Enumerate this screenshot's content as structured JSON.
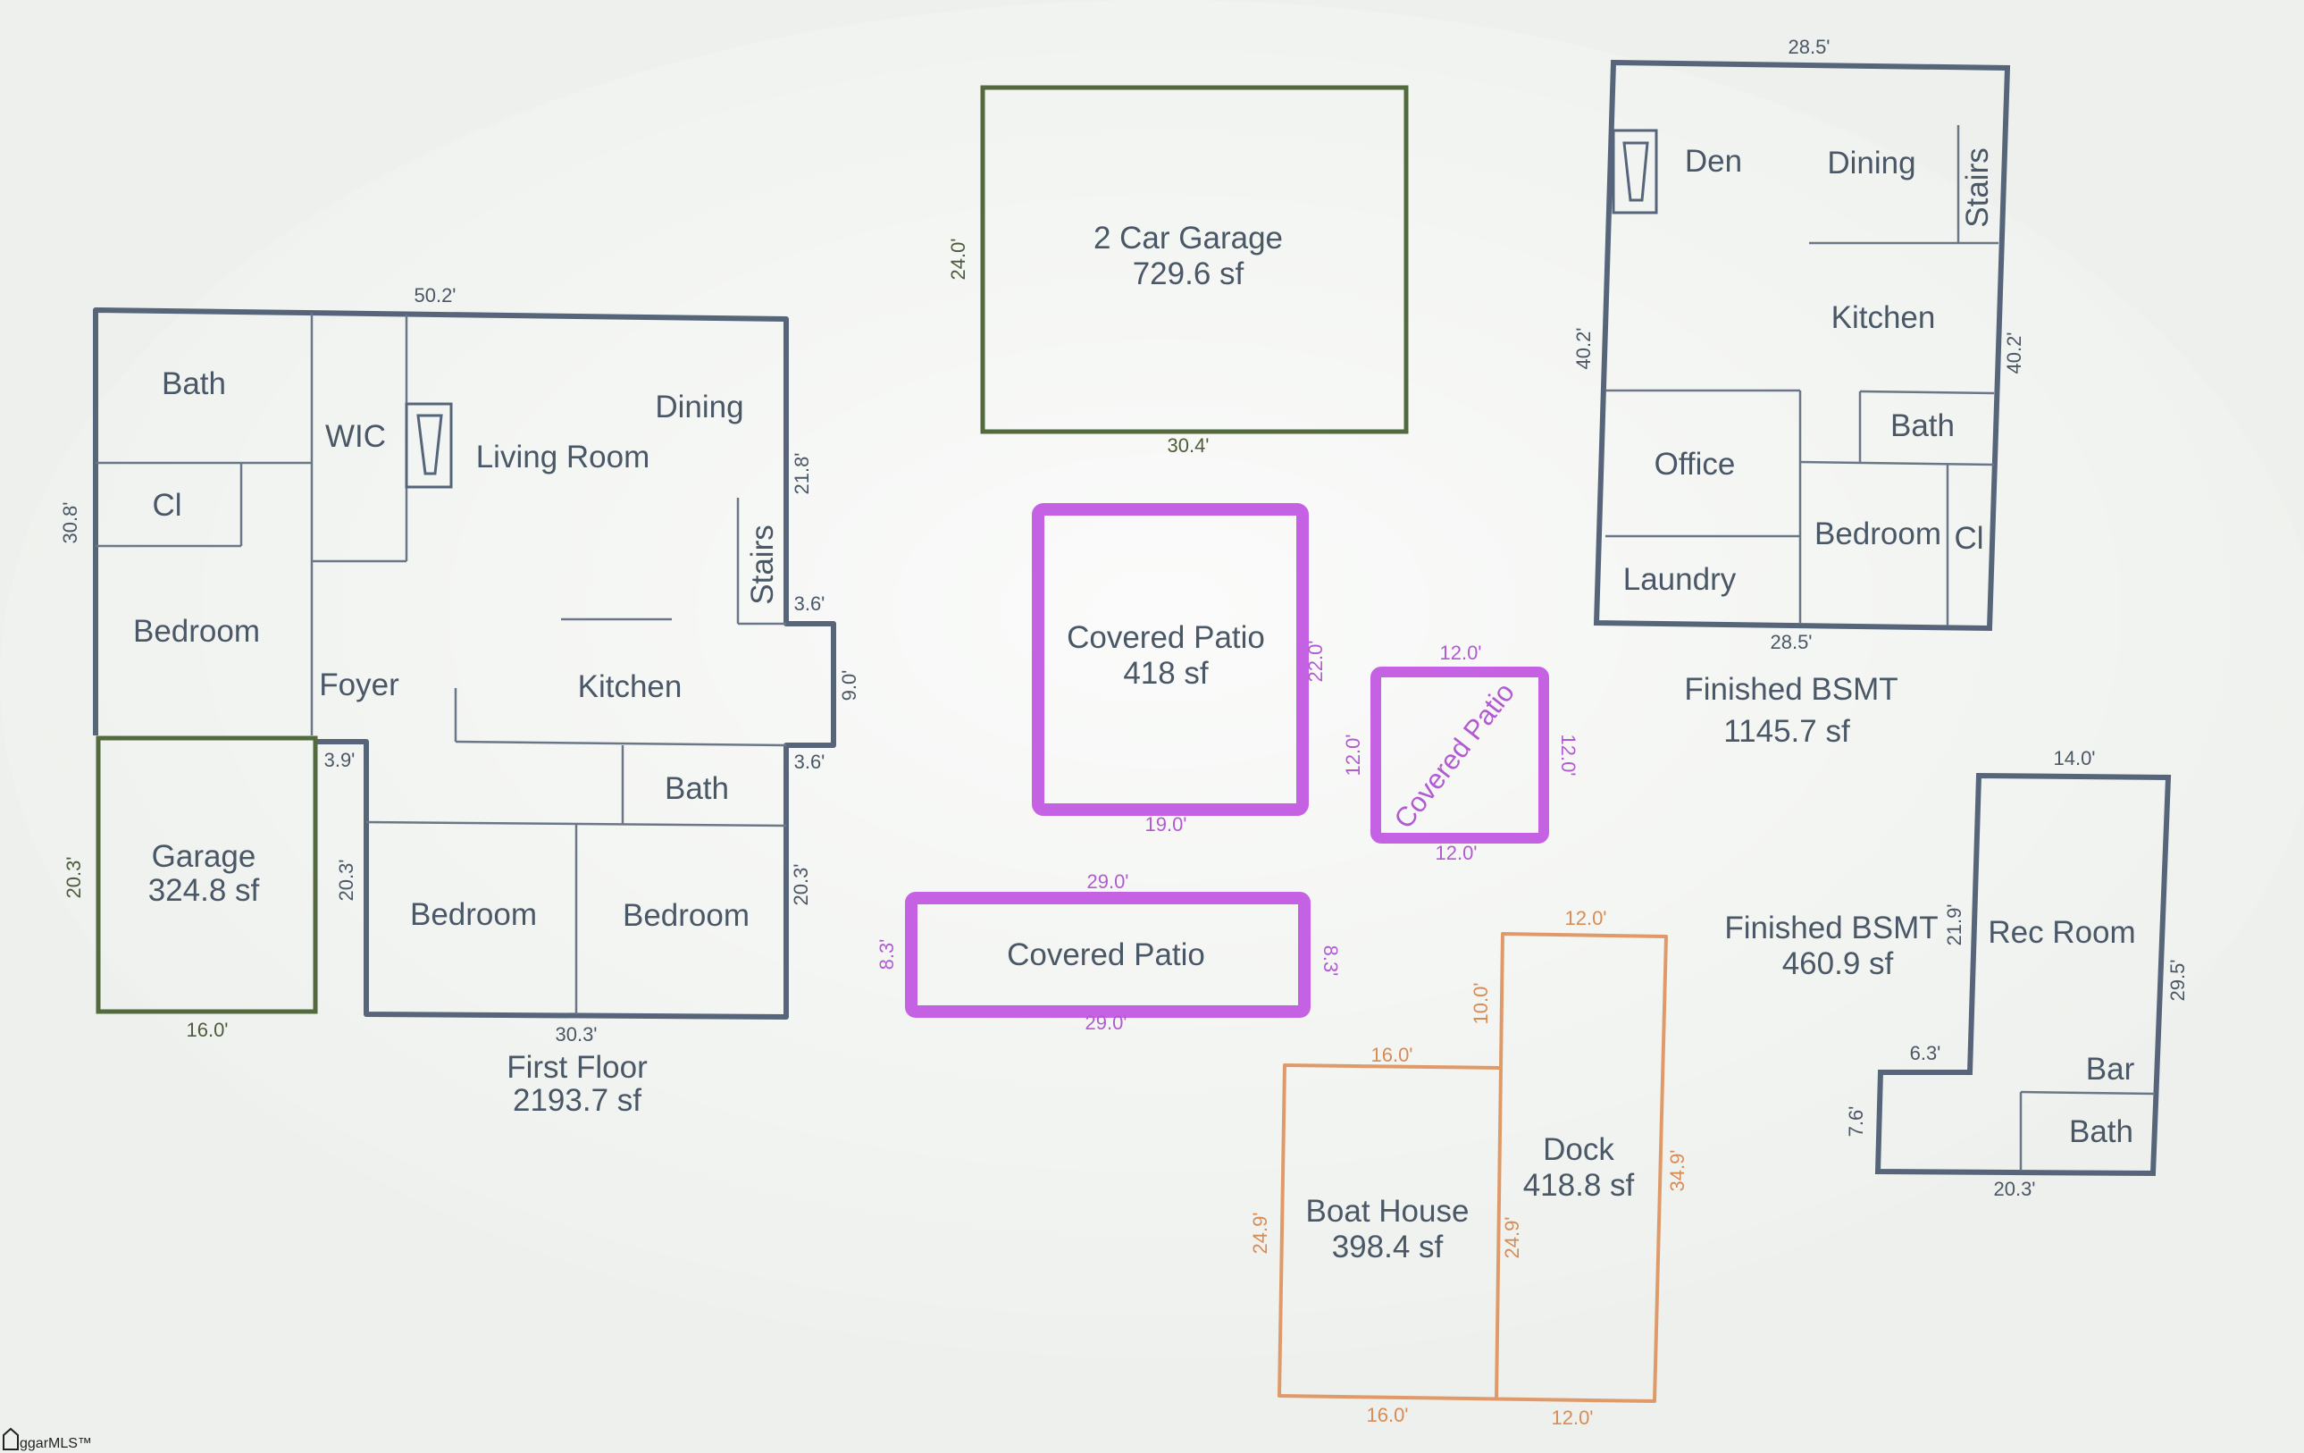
{
  "watermark": "ggarMLS™",
  "first_floor": {
    "title": "First Floor",
    "area": "2193.7 sf",
    "rooms": {
      "bath_tl": "Bath",
      "wic": "WIC",
      "living": "Living Room",
      "dining": "Dining",
      "cl": "Cl",
      "bedroom_l": "Bedroom",
      "stairs": "Stairs",
      "foyer": "Foyer",
      "kitchen": "Kitchen",
      "bath_mid": "Bath",
      "bedroom_b1": "Bedroom",
      "bedroom_b2": "Bedroom"
    },
    "dims": {
      "top": "50.2'",
      "left": "30.8'",
      "right_upper": "21.8'",
      "notch_top": "3.6'",
      "notch_right": "9.0'",
      "notch_bottom": "3.6'",
      "lower_right": "20.3'",
      "lower_left": "20.3'",
      "bottom": "30.3'",
      "step": "3.9'"
    }
  },
  "ff_garage": {
    "title": "Garage",
    "area": "324.8 sf",
    "dims": {
      "left": "20.3'",
      "bottom": "16.0'"
    }
  },
  "car_garage": {
    "title": "2 Car Garage",
    "area": "729.6 sf",
    "dims": {
      "left": "24.0'",
      "bottom": "30.4'"
    }
  },
  "patio1": {
    "title": "Covered Patio",
    "area": "418 sf",
    "dims": {
      "right": "22.0'",
      "bottom": "19.0'"
    }
  },
  "patio2": {
    "title": "Covered Patio",
    "dims": {
      "top": "12.0'",
      "left": "12.0'",
      "right": "12.0'",
      "bottom": "12.0'"
    }
  },
  "patio3": {
    "title": "Covered Patio",
    "dims": {
      "top": "29.0'",
      "left": "8.3'",
      "right": "8.3'",
      "bottom": "29.0'"
    }
  },
  "bsmt1": {
    "title": "Finished BSMT",
    "area": "1145.7 sf",
    "rooms": {
      "den": "Den",
      "dining": "Dining",
      "stairs": "Stairs",
      "kitchen": "Kitchen",
      "bath": "Bath",
      "office": "Office",
      "bedroom": "Bedroom",
      "cl": "Cl",
      "laundry": "Laundry"
    },
    "dims": {
      "top": "28.5'",
      "left": "40.2'",
      "right": "40.2'",
      "bottom": "28.5'"
    }
  },
  "bsmt2": {
    "title": "Finished BSMT",
    "area": "460.9 sf",
    "rooms": {
      "rec": "Rec Room",
      "bar": "Bar",
      "bath": "Bath"
    },
    "dims": {
      "top": "14.0'",
      "left_upper": "21.9'",
      "step": "6.3'",
      "left_lower": "7.6'",
      "right": "29.5'",
      "bottom": "20.3'"
    }
  },
  "boat_house": {
    "title": "Boat House",
    "area": "398.4 sf",
    "dims": {
      "top": "16.0'",
      "left": "24.9'",
      "bottom": "16.0'"
    }
  },
  "dock": {
    "title": "Dock",
    "area": "418.8 sf",
    "dims": {
      "top": "12.0'",
      "upper_left": "10.0'",
      "inner_left": "24.9'",
      "right": "34.9'",
      "bottom": "12.0'"
    }
  }
}
